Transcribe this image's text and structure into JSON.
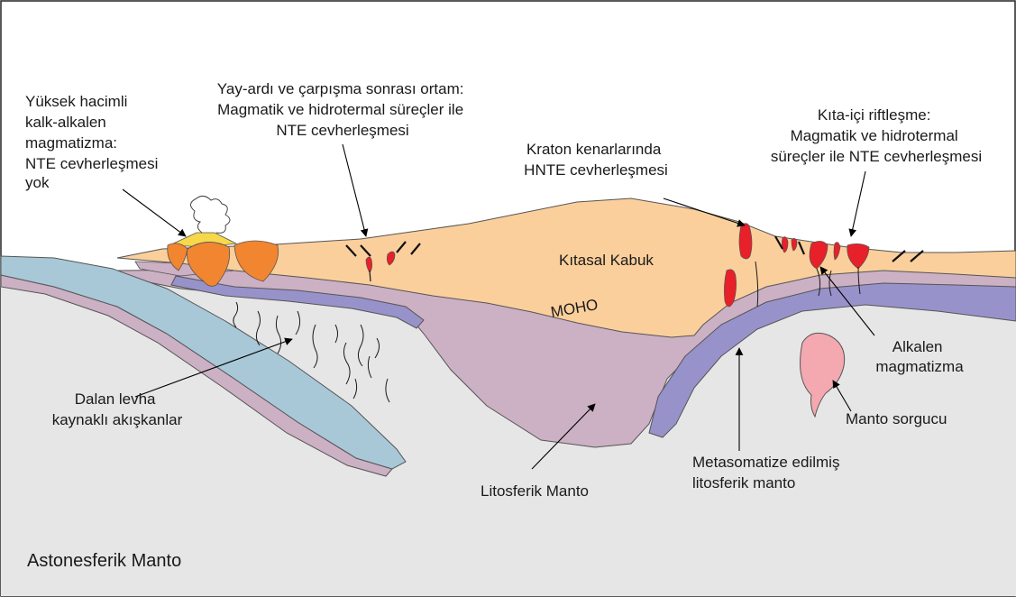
{
  "labels": {
    "high_volume": [
      "Yüksek hacimli",
      "kalk-alkalen",
      "magmatizma:",
      "NTE cevherleşmesi",
      "yok"
    ],
    "backarc": [
      "Yay-ardı ve çarpışma sonrası ortam:",
      "Magmatik ve hidrotermal süreçler ile",
      "NTE cevherleşmesi"
    ],
    "kraton": [
      "Kraton kenarlarında",
      "HNTE cevherleşmesi"
    ],
    "rift": [
      "Kıta-içi riftleşme:",
      "Magmatik ve hidrotermal",
      "süreçler ile NTE cevherleşmesi"
    ],
    "crust": "Kıtasal Kabuk",
    "moho": "MOHO",
    "alkaline": [
      "Alkalen",
      "magmatizma"
    ],
    "slab_fluids": [
      "Dalan levha",
      "kaynaklı akışkanlar"
    ],
    "plume": "Manto sorgucu",
    "meta_mantle": [
      "Metasomatize edilmiş",
      "litosferik manto"
    ],
    "litho_mantle": "Litosferik Manto",
    "astheno": "Astonesferik Manto"
  },
  "colors": {
    "crust": "#fbcf9b",
    "litho_mantle": "#ccb0c4",
    "meta_mantle": "#9892ca",
    "astheno": "#e6e6e6",
    "slab": "#a8c8d8",
    "magma_orange": "#f28530",
    "magma_red": "#e8202a",
    "volcanic_yellow": "#f6d84a",
    "plume": "#f4a8b0"
  }
}
